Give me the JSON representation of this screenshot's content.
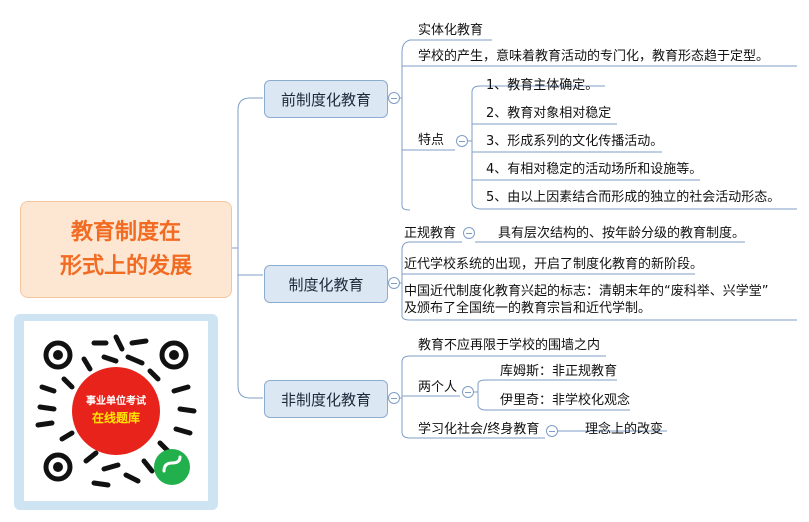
{
  "root": {
    "title": "教育制度在\n形式上的发展"
  },
  "branches": {
    "pre": {
      "label": "前制度化教育",
      "items": {
        "i1": "实体化教育",
        "i2": "学校的产生，意味着教育活动的专门化，教育形态趋于定型。",
        "features_label": "特点",
        "features": [
          "1、教育主体确定。",
          "2、教育对象相对稳定",
          "3、形成系列的文化传播活动。",
          "4、有相对稳定的活动场所和设施等。",
          "5、由以上因素结合而形成的独立的社会活动形态。"
        ]
      }
    },
    "inst": {
      "label": "制度化教育",
      "items": {
        "formal_label": "正规教育",
        "formal_desc": "具有层次结构的、按年龄分级的教育制度。",
        "i2": "近代学校系统的出现，开启了制度化教育的新阶段。",
        "i3_line1": "中国近代制度化教育兴起的标志：清朝末年的“废科举、兴学堂”",
        "i3_line2": "及颁布了全国统一的教育宗旨和近代学制。"
      }
    },
    "non": {
      "label": "非制度化教育",
      "items": {
        "i1": "教育不应再限于学校的围墙之内",
        "two_label": "两个人",
        "p1": "库姆斯：非正规教育",
        "p2": "伊里奇：非学校化观念",
        "learn_label": "学习化社会/终身教育",
        "learn_desc": "理念上的改变"
      }
    }
  },
  "qr": {
    "line1": "事业单位考试",
    "line2": "在线题库"
  },
  "colors": {
    "root_text": "#f26b22",
    "branch_fill": "#dce7f4",
    "line": "#7f9ec7",
    "qr_center": "#e8231b"
  }
}
